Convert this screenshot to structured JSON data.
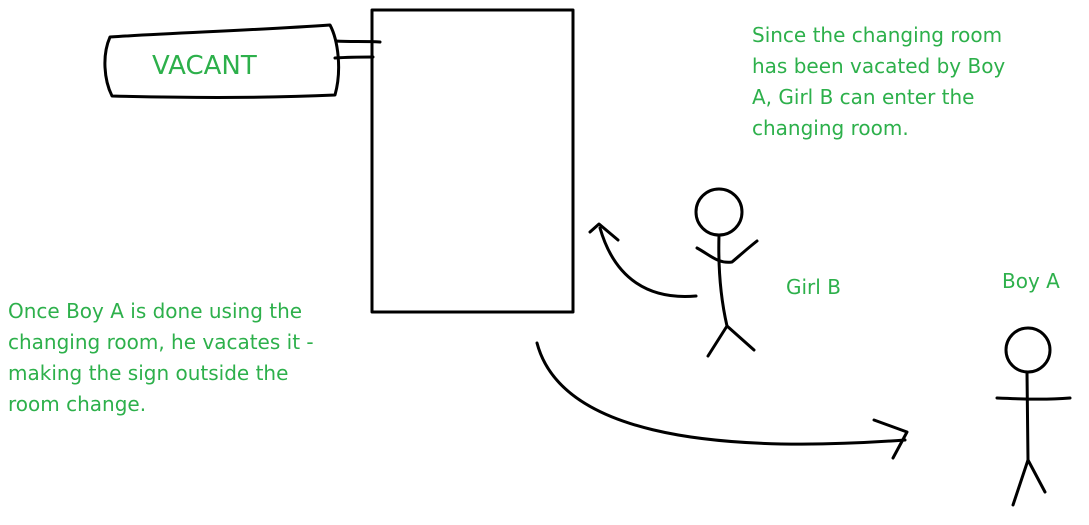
{
  "sign": {
    "text": "VACANT"
  },
  "captions": {
    "top_right": "Since the changing room\nhas been vacated by Boy\nA, Girl B can enter the\nchanging room.",
    "left": "Once Boy A is done using the\nchanging room, he vacates it -\nmaking the sign outside the\nroom change."
  },
  "figures": {
    "girl": {
      "label": "Girl B"
    },
    "boy": {
      "label": "Boy A"
    }
  },
  "colors": {
    "text": "#2db04b",
    "ink": "#000000",
    "background": "#ffffff"
  }
}
